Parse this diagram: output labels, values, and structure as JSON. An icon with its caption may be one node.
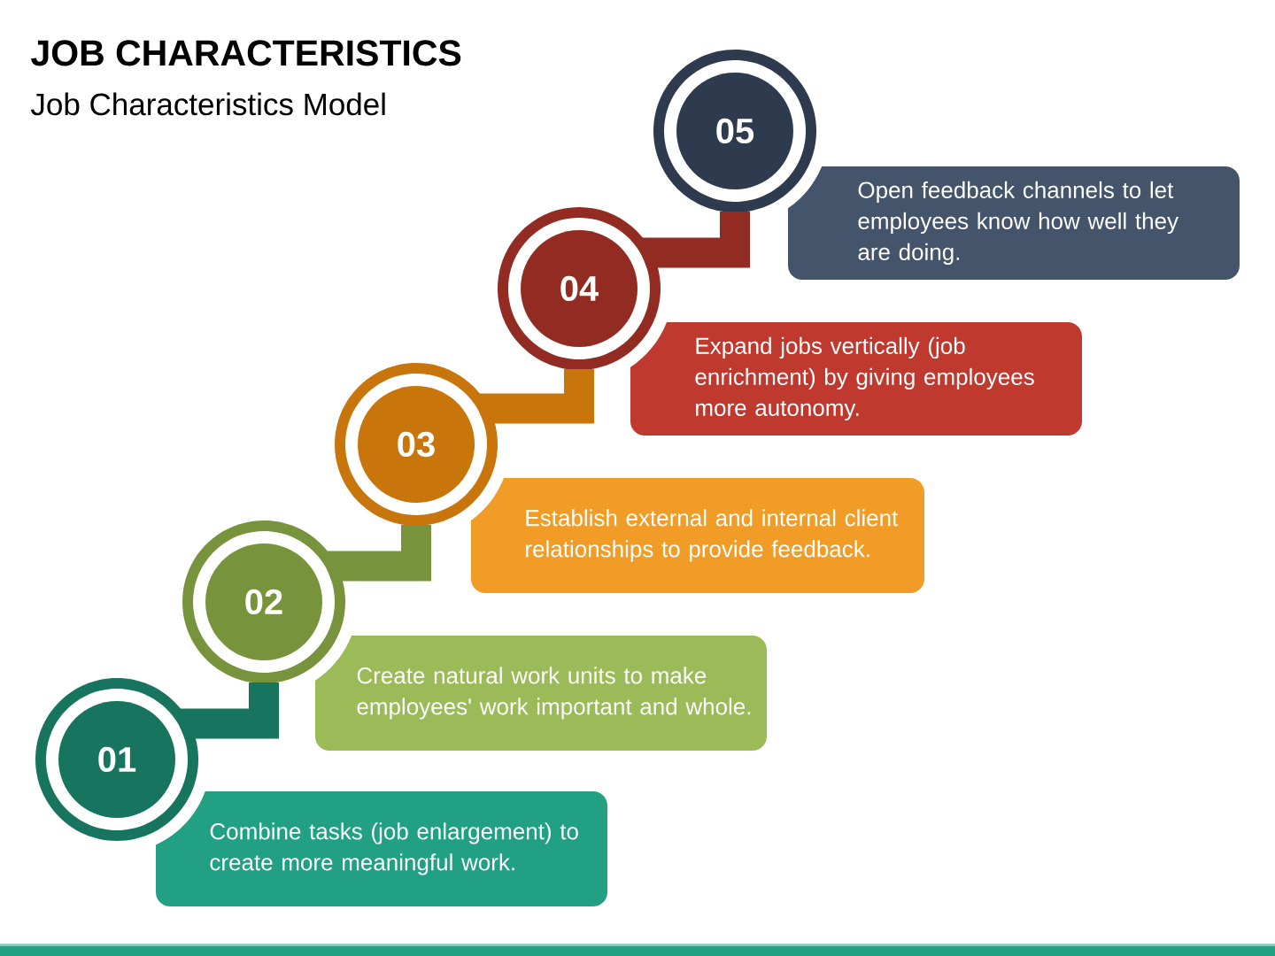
{
  "diagram": {
    "title": "JOB CHARACTERISTICS",
    "nodes": [
      {
        "text": [
          "01"
        ]
      },
      {
        "text": [
          "Combine tasks (job enlargement) to create more meaningful work."
        ]
      },
      {
        "text": [
          "02"
        ]
      },
      {
        "text": [
          "Create natural work units to make employees' work important and whole."
        ]
      },
      {
        "text": [
          "03"
        ]
      },
      {
        "text": [
          "Establish external and internal client relationships to provide feedback."
        ]
      },
      {
        "text": [
          "04"
        ]
      },
      {
        "text": [
          "Expand jobs vertically (job enrichment) by giving employees more autonomy."
        ]
      },
      {
        "text": [
          "05"
        ]
      },
      {
        "text": [
          "Open feedback channels to let employees know how well they are doing."
        ]
      }
    ],
    "edges": [
      {
        "from": 0,
        "to": 2,
        "arrow": "none",
        "color": "#17755f"
      },
      {
        "from": 2,
        "to": 4,
        "arrow": "none",
        "color": "#77933c"
      },
      {
        "from": 4,
        "to": 6,
        "arrow": "none",
        "color": "#c8760b"
      },
      {
        "from": 6,
        "to": 8,
        "arrow": "none",
        "color": "#922b21"
      }
    ],
    "labels": [
      "Job Characteristics Model"
    ]
  }
}
